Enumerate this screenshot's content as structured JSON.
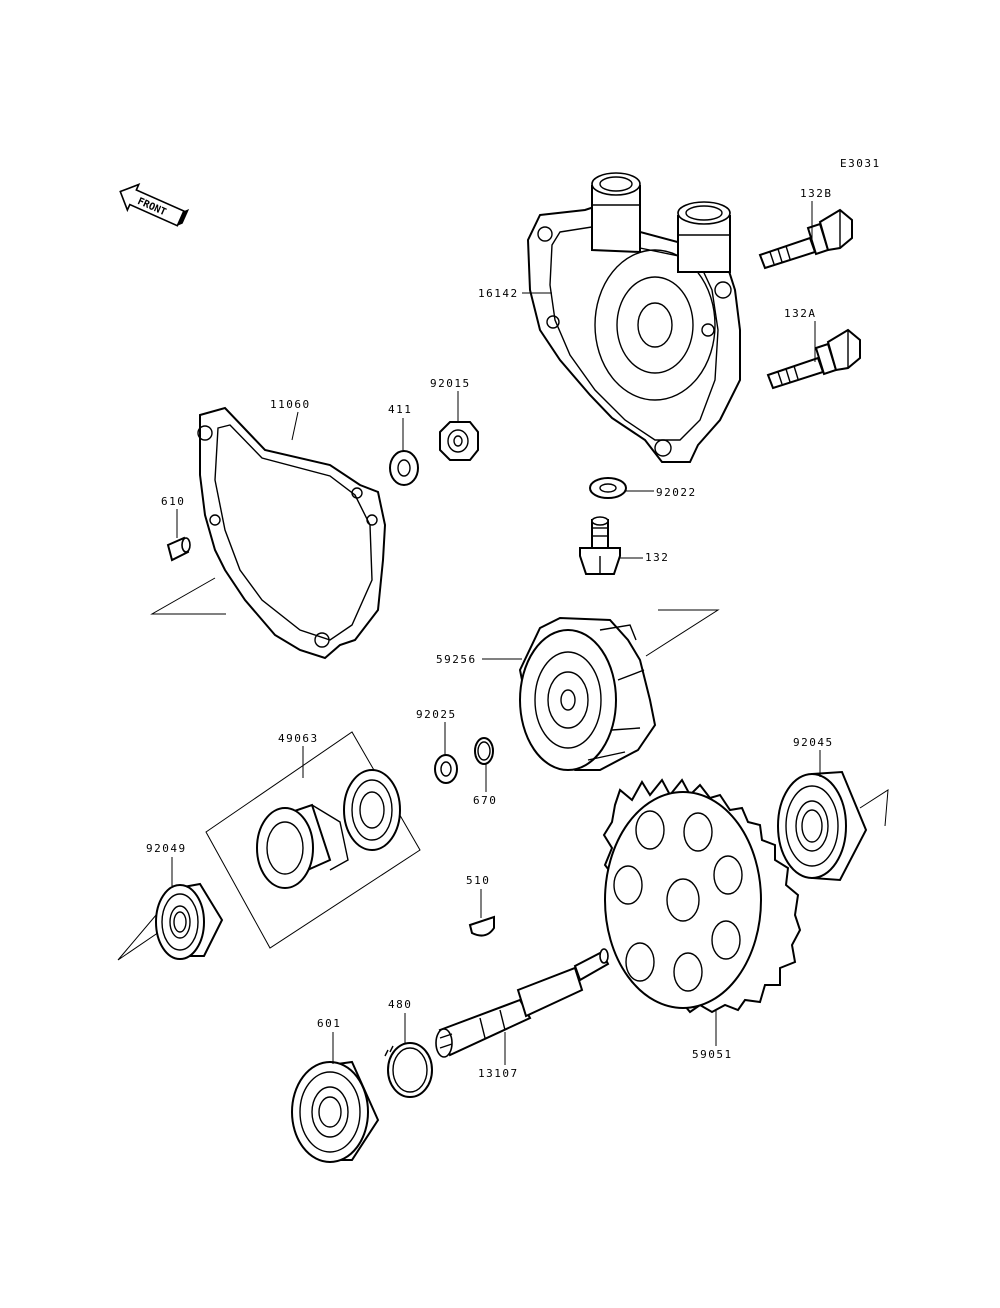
{
  "diagram": {
    "ref_code": "E3031",
    "front_label": "FRONT",
    "labels": {
      "p16142": "16142",
      "p132B": "132B",
      "p132A": "132A",
      "p11060": "11060",
      "p411": "411",
      "p92015": "92015",
      "p92022": "92022",
      "p132": "132",
      "p610": "610",
      "p59256": "59256",
      "p49063": "49063",
      "p92025": "92025",
      "p670": "670",
      "p92045": "92045",
      "p92049": "92049",
      "p510": "510",
      "p480": "480",
      "p601": "601",
      "p13107": "13107",
      "p59051": "59051"
    }
  }
}
